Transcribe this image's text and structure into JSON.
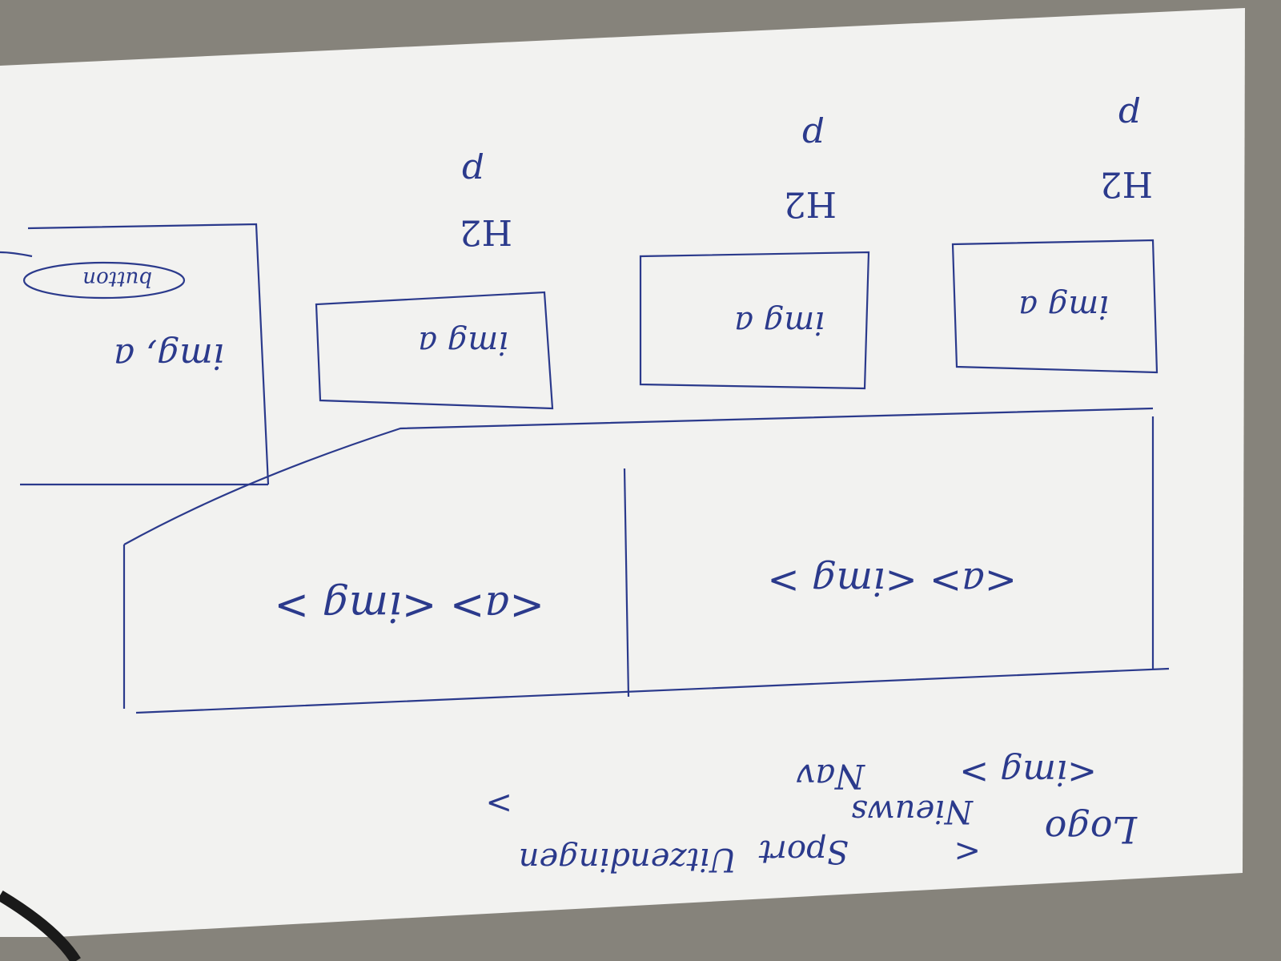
{
  "colors": {
    "table": "#86837b",
    "paper": "#f2f2f0",
    "ink": "#2b3a8c",
    "cable": "#1a1a1a"
  },
  "sketch": {
    "header": {
      "logo": "Logo",
      "logo_img": "<img >",
      "nav_items": [
        "Nieuws",
        "Sport",
        "Uitzendingen"
      ],
      "nav_bracket_open": "<",
      "nav_bracket_close": ">",
      "nav_label": "Nav"
    },
    "banner": {
      "left_panel": "<a> <img >",
      "right_panel": "<a> <img >"
    },
    "cards": [
      {
        "box_label": "img a",
        "heading": "H2",
        "text": "p"
      },
      {
        "box_label": "img a",
        "heading": "H2",
        "text": "p"
      },
      {
        "box_label": "img a",
        "heading": "H2",
        "text": "p"
      }
    ],
    "feature": {
      "box_label": "img, a",
      "button_label": "button"
    }
  }
}
